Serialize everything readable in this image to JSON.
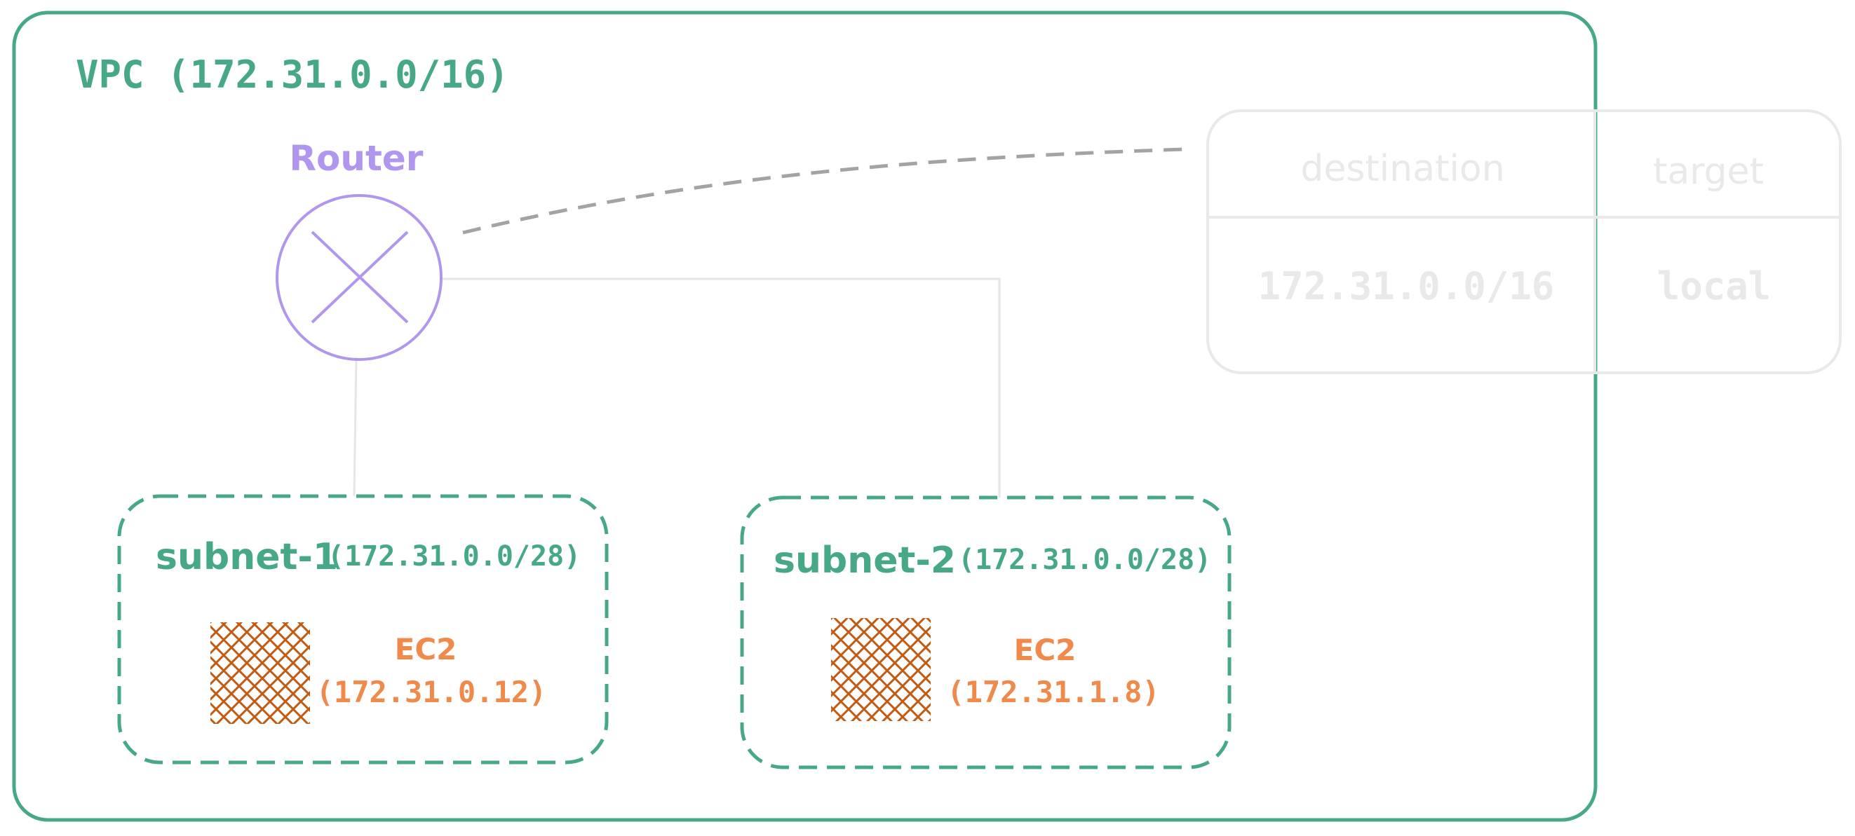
{
  "vpc": {
    "label": "VPC (172.31.0.0/16)"
  },
  "router": {
    "label": "Router"
  },
  "route_table": {
    "headers": [
      "destination",
      "target"
    ],
    "rows": [
      [
        "172.31.0.0/16",
        "local"
      ]
    ]
  },
  "subnets": [
    {
      "name": "subnet-1",
      "cidr": "(172.31.0.0/28)",
      "instance": {
        "label": "EC2",
        "ip": "(172.31.0.12)"
      }
    },
    {
      "name": "subnet-2",
      "cidr": "(172.31.0.0/28)",
      "instance": {
        "label": "EC2",
        "ip": "(172.31.1.8)"
      }
    }
  ],
  "colors": {
    "vpc": "#47a888",
    "router": "#b196f0",
    "instance_text": "#f08a4b",
    "instance_hatch": "#c35a12",
    "table": "#e9e9e9",
    "dashed_link": "#a3a3a3",
    "solid_link": "#e6e6e6"
  },
  "icons": {
    "router": "router-x-icon",
    "instance": "ec2-hatch-icon"
  }
}
